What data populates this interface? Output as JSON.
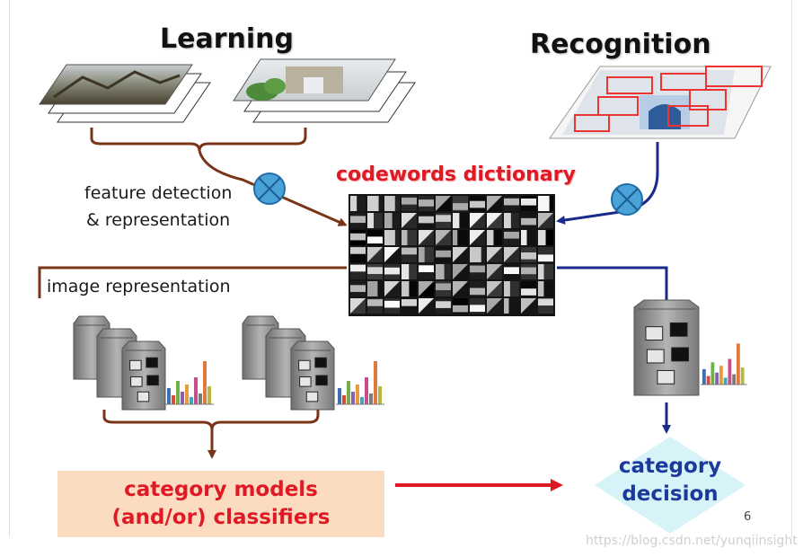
{
  "labels": {
    "learning": "Learning",
    "recognition": "Recognition",
    "codewords": "codewords dictionary",
    "feature_line1": "feature detection",
    "feature_line2": "& representation",
    "image_rep": "image representation",
    "models_line1": "category models",
    "models_line2": "(and/or) classifiers",
    "decision_line1": "category",
    "decision_line2": "decision"
  },
  "page_number": "6",
  "watermark": "https://blog.csdn.net/yunqiinsight",
  "colors": {
    "learning_arrow": "#7a3418",
    "recognition_arrow": "#1a2a8a",
    "model_arrow": "#e01a25",
    "operator_fill": "#4aa3d8",
    "model_box": "#fbdcc0",
    "decision_fill": "#d6f3f8"
  },
  "icons": {
    "operator": "circled-times-icon",
    "bag_of_words": "paper-bag-icon",
    "histogram": "histogram-icon"
  }
}
